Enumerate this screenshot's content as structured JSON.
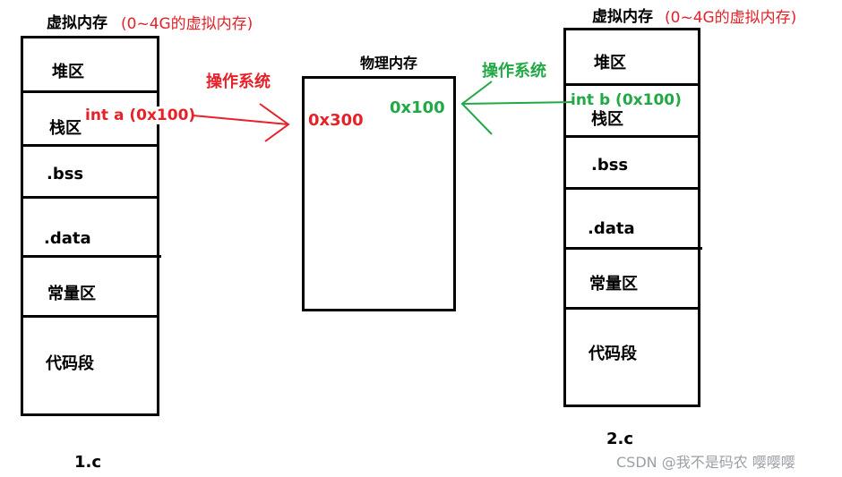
{
  "left": {
    "title": "虚拟内存",
    "subtitle": "(0~4G的虚拟内存)",
    "segments": [
      "堆区",
      "栈区",
      ".bss",
      ".data",
      "常量区",
      "代码段"
    ],
    "var_label": "int a  (0x100)",
    "file_label": "1.c"
  },
  "right": {
    "title": "虚拟内存",
    "subtitle": "(0~4G的虚拟内存)",
    "segments": [
      "堆区",
      "栈区",
      ".bss",
      ".data",
      "常量区",
      "代码段"
    ],
    "var_label": "int b   (0x100)",
    "file_label": "2.c"
  },
  "physical": {
    "title": "物理内存",
    "addr_red": "0x300",
    "addr_green": "0x100"
  },
  "arrows": {
    "left_label": "操作系统",
    "right_label": "操作系统"
  },
  "watermark": "CSDN @我不是码农 嘤嘤嘤",
  "colors": {
    "red": "#e5222a",
    "green": "#22a845",
    "black": "#000000"
  }
}
